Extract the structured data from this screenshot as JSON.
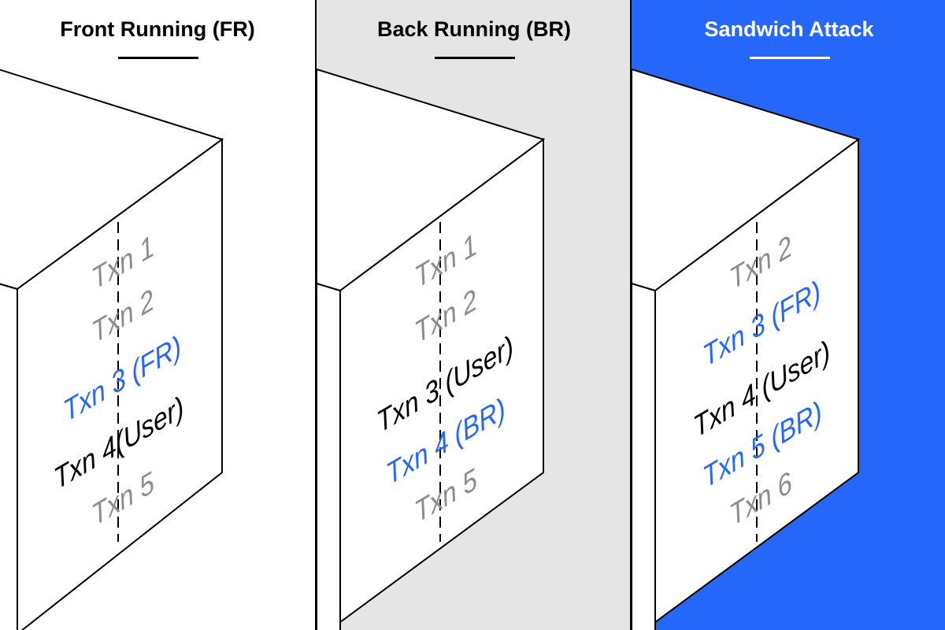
{
  "colors": {
    "gray": "#8c8c8c",
    "blue": "#2567fb",
    "black": "#000000"
  },
  "panels": [
    {
      "title": "Front Running (FR)",
      "txns": [
        {
          "label": "Txn 1",
          "color": "gray"
        },
        {
          "label": "Txn 2",
          "color": "gray"
        },
        {
          "label": "Txn 3 (FR)",
          "color": "blue"
        },
        {
          "label": "Txn 4(User)",
          "color": "black"
        },
        {
          "label": "Txn 5",
          "color": "gray"
        }
      ]
    },
    {
      "title": "Back Running (BR)",
      "txns": [
        {
          "label": "Txn 1",
          "color": "gray"
        },
        {
          "label": "Txn 2",
          "color": "gray"
        },
        {
          "label": "Txn 3 (User)",
          "color": "black"
        },
        {
          "label": "Txn 4 (BR)",
          "color": "blue"
        },
        {
          "label": "Txn 5",
          "color": "gray"
        }
      ]
    },
    {
      "title": "Sandwich Attack",
      "txns": [
        {
          "label": "Txn 2",
          "color": "gray"
        },
        {
          "label": "Txn 3 (FR)",
          "color": "blue"
        },
        {
          "label": "Txn 4 (User)",
          "color": "black"
        },
        {
          "label": "Txn 5 (BR)",
          "color": "blue"
        },
        {
          "label": "Txn 6",
          "color": "gray"
        }
      ]
    }
  ]
}
